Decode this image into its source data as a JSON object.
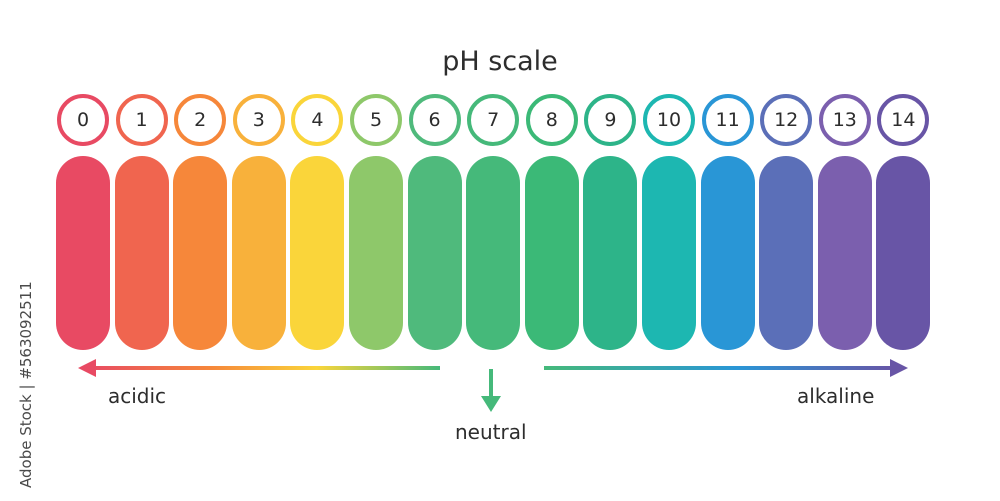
{
  "title": "pH scale",
  "steps": [
    {
      "value": "0",
      "color": "#e84a63",
      "ring": "#e84a63"
    },
    {
      "value": "1",
      "color": "#f0654f",
      "ring": "#f0654f"
    },
    {
      "value": "2",
      "color": "#f6873a",
      "ring": "#f6873a"
    },
    {
      "value": "3",
      "color": "#f8b13b",
      "ring": "#f8b13b"
    },
    {
      "value": "4",
      "color": "#fad53a",
      "ring": "#fad53a"
    },
    {
      "value": "5",
      "color": "#8ec86a",
      "ring": "#8ec86a"
    },
    {
      "value": "6",
      "color": "#4fba7c",
      "ring": "#4fba7c"
    },
    {
      "value": "7",
      "color": "#45b97a",
      "ring": "#45b97a"
    },
    {
      "value": "8",
      "color": "#3bb977",
      "ring": "#3bb977"
    },
    {
      "value": "9",
      "color": "#2db489",
      "ring": "#2db489"
    },
    {
      "value": "10",
      "color": "#1db7b1",
      "ring": "#1db7b1"
    },
    {
      "value": "11",
      "color": "#2996d6",
      "ring": "#2996d6"
    },
    {
      "value": "12",
      "color": "#5b6fb8",
      "ring": "#5b6fb8"
    },
    {
      "value": "13",
      "color": "#7b5fae",
      "ring": "#7b5fae"
    },
    {
      "value": "14",
      "color": "#6855a6",
      "ring": "#6855a6"
    }
  ],
  "labels": {
    "acidic": "acidic",
    "neutral": "neutral",
    "alkaline": "alkaline"
  },
  "colors": {
    "acidic_arrow_start": "#e84a63",
    "acidic_arrow_end": "#45b97a",
    "neutral_arrow": "#45b97a",
    "alkaline_arrow_start": "#45b97a",
    "alkaline_arrow_end": "#6855a6"
  },
  "watermark": "Adobe Stock | #563092511"
}
